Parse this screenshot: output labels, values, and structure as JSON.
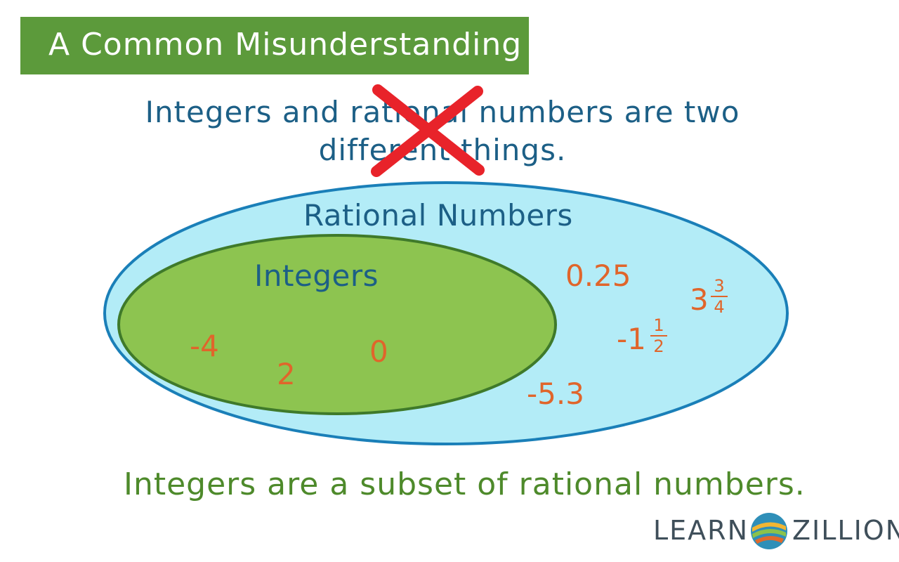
{
  "title": "A Common Misunderstanding",
  "misconception": {
    "line1": "Integers and rational numbers are two",
    "line2": "different things."
  },
  "venn": {
    "outer_label": "Rational Numbers",
    "inner_label": "Integers",
    "integers": [
      "-4",
      "2",
      "0"
    ],
    "rationals": {
      "decimal_1": "0.25",
      "decimal_2": "-5.3",
      "mixed_1": {
        "whole": "3",
        "numerator": "3",
        "denominator": "4"
      },
      "mixed_2": {
        "whole": "-1",
        "numerator": "1",
        "denominator": "2"
      }
    }
  },
  "conclusion": "Integers are a subset of rational numbers.",
  "logo": {
    "left": "LEARN",
    "right": "ZILLION"
  },
  "colors": {
    "banner": "#5c9a3b",
    "outer_fill": "#b3ecf7",
    "outer_stroke": "#1a7fb8",
    "inner_fill": "#8dc450",
    "inner_stroke": "#3f7a2a",
    "number": "#e0652b",
    "cross": "#e8232a"
  }
}
